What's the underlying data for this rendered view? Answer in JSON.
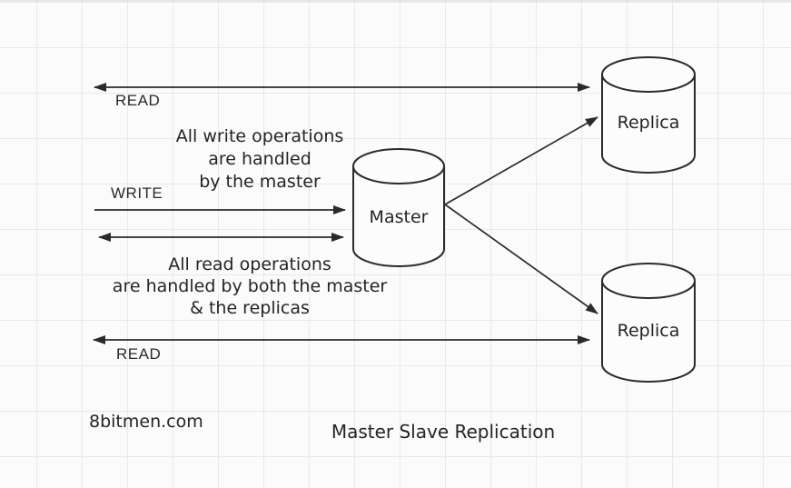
{
  "diagram": {
    "title": "Master Slave Replication",
    "watermark": "8bitmen.com",
    "nodes": {
      "master": {
        "label": "Master",
        "shape": "database-cylinder"
      },
      "replica_top": {
        "label": "Replica",
        "shape": "database-cylinder"
      },
      "replica_bottom": {
        "label": "Replica",
        "shape": "database-cylinder"
      }
    },
    "arrows": {
      "read_top": {
        "label": "READ",
        "direction": "double-headed"
      },
      "write": {
        "label": "WRITE",
        "direction": "right"
      },
      "sync": {
        "label": "",
        "direction": "double-headed"
      },
      "read_bottom": {
        "label": "READ",
        "direction": "double-headed"
      },
      "master_to_replica_top": {
        "label": "",
        "direction": "right-up"
      },
      "master_to_replica_bottom": {
        "label": "",
        "direction": "right-down"
      }
    },
    "notes": {
      "write_note": [
        "All write operations",
        "are handled",
        "by the master"
      ],
      "read_note": [
        "All read operations",
        "are handled by both the master",
        "& the replicas"
      ]
    },
    "colors": {
      "ink": "#2a2a2a",
      "background": "#fbfbfb",
      "grid_line": "#eae8e8",
      "node_fill": "#fcfcfc"
    }
  }
}
